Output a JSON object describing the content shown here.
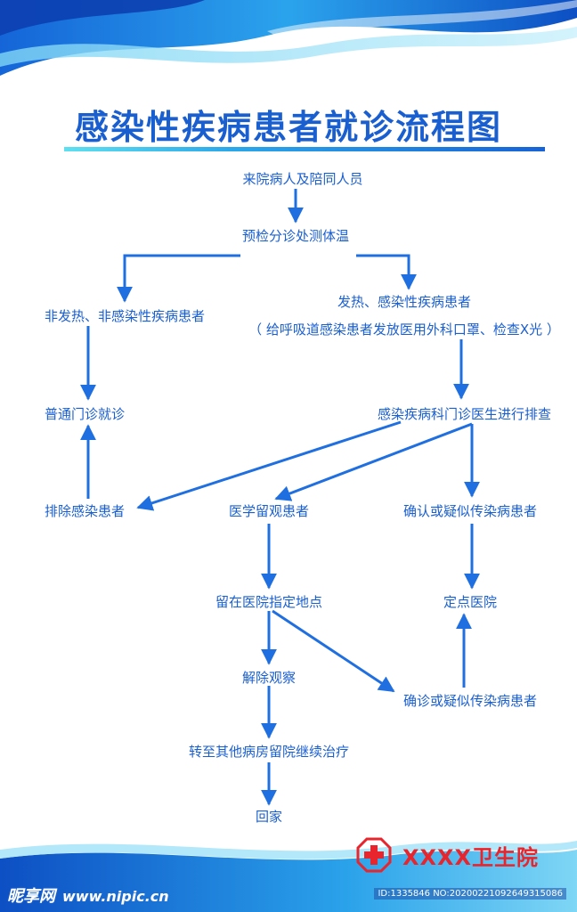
{
  "header": {
    "title": "感染性疾病患者就诊流程图"
  },
  "nodes": {
    "visitors": "来院病人及陪同人员",
    "triage": "预检分诊处测体温",
    "fever": "发热、感染性疾病患者",
    "fever_note": "（ 给呼吸道感染患者发放医用外科口罩、检查X光 ）",
    "non_fever": "非发热、非感染性疾病患者",
    "general_clinic": "普通门诊就诊",
    "infectious_clinic": "感染疾病科门诊医生进行排查",
    "excluded": "排除感染患者",
    "observation": "医学留观患者",
    "suspected_1": "确认或疑似传染病患者",
    "stay_location": "留在医院指定地点",
    "designated_hospital": "定点医院",
    "release": "解除观察",
    "suspected_2": "确诊或疑似传染病患者",
    "transfer": "转至其他病房留院继续治疗",
    "home": "回家"
  },
  "footer": {
    "hospital_name": "XXXX卫生院",
    "watermark_brand": "昵享网",
    "watermark_url": "www.nipic.cn",
    "watermark_id": "ID:1335846 NO:20200221092649315086"
  },
  "colors": {
    "primary": "#1a5fd0",
    "arrow": "#1f6fe0",
    "accent_red": "#e8242c"
  }
}
